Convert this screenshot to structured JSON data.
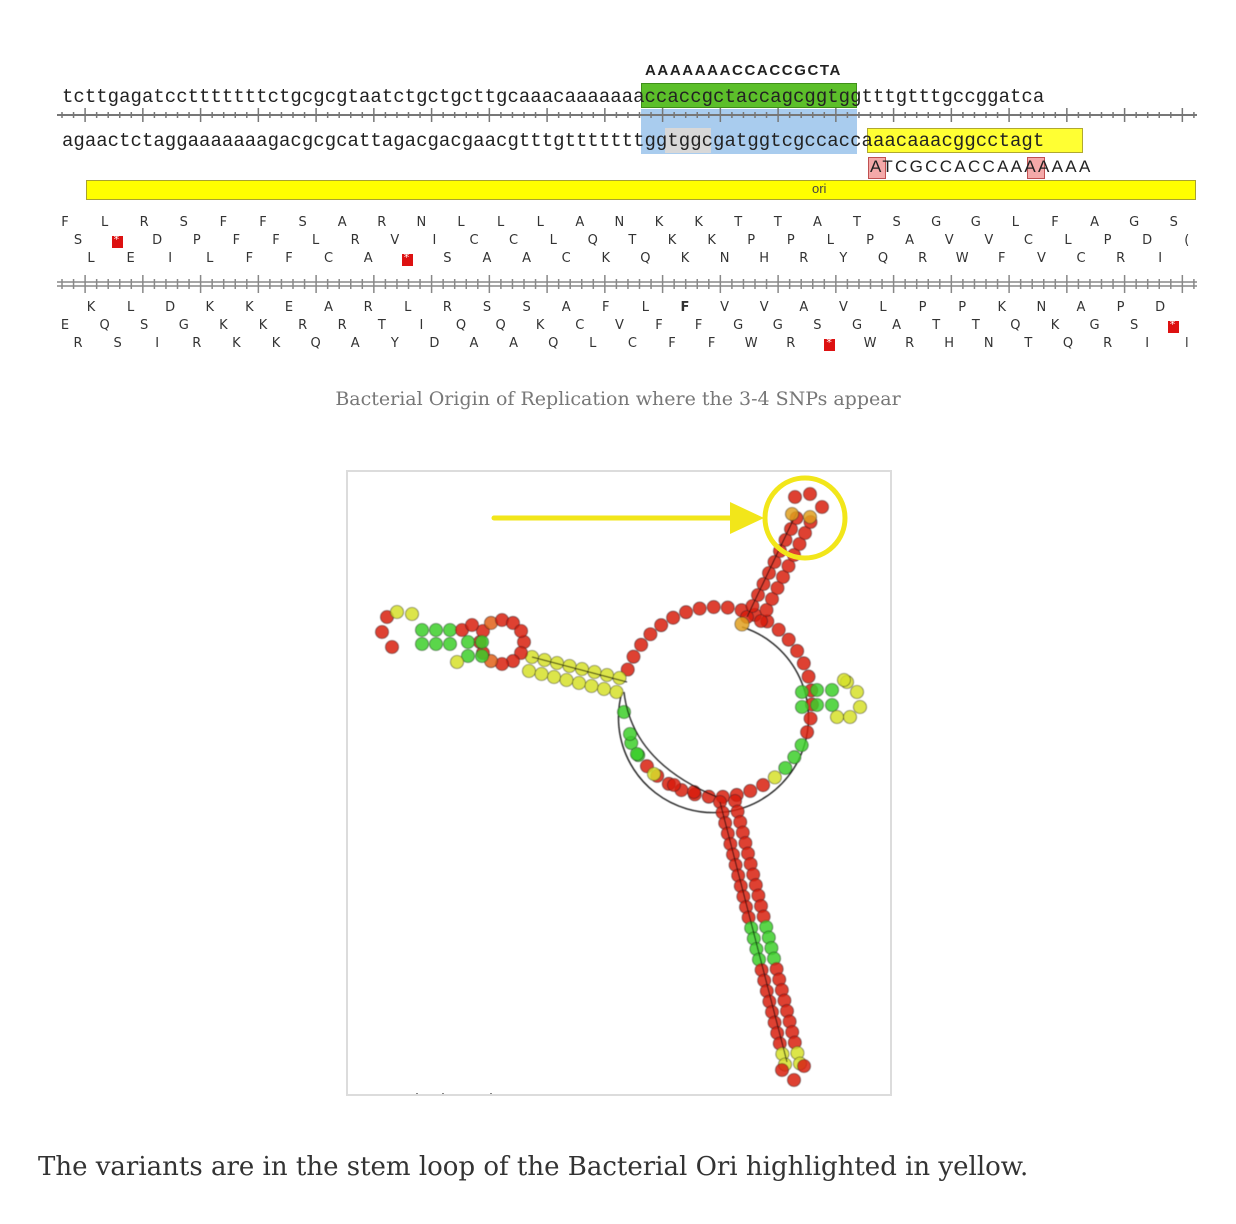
{
  "sequence_view": {
    "primer_label": "AAAAAAACCACCGCTA",
    "top_strand": "tcttgagatcctttttttctgcgcgtaatctgctgcttgcaaacaaaaaaaccaccgctaccagcggtggtttgtttgccggatca",
    "top_strand_parts": {
      "before": "tcttgagatcctttttttctgcgcgtaatctgctgcttgcaaac",
      "primer_match": "aaaaaaaccaccgcta",
      "after": "ccagcggtggtttgtttgccggatca"
    },
    "bottom_strand_parts": {
      "before": "agaactctaggaaaaaaagacgcgcattagacgacgaacgtttg",
      "blue_region": "tttttttggtggcgat",
      "gap": "g",
      "yellow_region": "gtcgccaccaaacaaa",
      "after": "cggcctagt"
    },
    "snp_read": "ATCGCCACCAAAAAAA",
    "snp_positions": [
      0,
      11
    ],
    "feature": {
      "label": "ori",
      "color": "#ffff00"
    },
    "colors": {
      "primer_green": "#5cbf2a",
      "blue_highlight": "#a9ccee",
      "grey_highlight": "#d8d8d8",
      "yellow_highlight": "#ffff33",
      "snp_pink": "#f4a9a9",
      "stop_red": "#dd1111"
    },
    "forward_frames": [
      [
        "F",
        "L",
        "R",
        "S",
        "F",
        "F",
        "S",
        "A",
        "R",
        "N",
        "L",
        "L",
        "L",
        "A",
        "N",
        "K",
        "K",
        "T",
        "T",
        "A",
        "T",
        "S",
        "G",
        "G",
        "L",
        "F",
        "A",
        "G",
        "S"
      ],
      [
        "S",
        "*",
        "D",
        "P",
        "F",
        "F",
        "L",
        "R",
        "V",
        "I",
        "C",
        "C",
        "L",
        "Q",
        "T",
        "K",
        "K",
        "P",
        "P",
        "L",
        "P",
        "A",
        "V",
        "V",
        "C",
        "L",
        "P",
        "D",
        "("
      ],
      [
        "L",
        "E",
        "I",
        "L",
        "F",
        "F",
        "C",
        "A",
        "*",
        "S",
        "A",
        "A",
        "C",
        "K",
        "Q",
        "K",
        "N",
        "H",
        "R",
        "Y",
        "Q",
        "R",
        "W",
        "F",
        "V",
        "C",
        "R",
        "I"
      ]
    ],
    "reverse_frames": [
      [
        "K",
        "L",
        "D",
        "K",
        "K",
        "E",
        "A",
        "R",
        "L",
        "R",
        "S",
        "S",
        "A",
        "F",
        "L",
        "F",
        "V",
        "V",
        "A",
        "V",
        "L",
        "P",
        "P",
        "K",
        "N",
        "A",
        "P",
        "D"
      ],
      [
        "E",
        "Q",
        "S",
        "G",
        "K",
        "K",
        "R",
        "R",
        "T",
        "I",
        "Q",
        "Q",
        "K",
        "C",
        "V",
        "F",
        "F",
        "G",
        "G",
        "S",
        "G",
        "A",
        "T",
        "T",
        "Q",
        "K",
        "G",
        "S",
        "*"
      ],
      [
        "R",
        "S",
        "I",
        "R",
        "K",
        "K",
        "Q",
        "A",
        "Y",
        "D",
        "A",
        "A",
        "Q",
        "L",
        "C",
        "F",
        "F",
        "W",
        "R",
        "*",
        "W",
        "R",
        "H",
        "N",
        "T",
        "Q",
        "R",
        "I",
        "l"
      ]
    ]
  },
  "figure1_caption": "Bacterial Origin of Replication where the 3-4 SNPs appear",
  "rna_structure": {
    "description": "RNA secondary structure of bacterial ori with colored bases (red/yellow/green)",
    "annotation": {
      "arrow_color": "#f2e61a",
      "circle_color": "#f2e61a",
      "target": "terminal stem loop (top-right hairpin)"
    },
    "base_colors": {
      "red": "#d81e10",
      "orange": "#e0601a",
      "yellow": "#d6e02a",
      "green": "#3ccf2a"
    }
  },
  "body_text": "The variants are in the stem loop of the Bacterial Ori highlighted in yellow."
}
